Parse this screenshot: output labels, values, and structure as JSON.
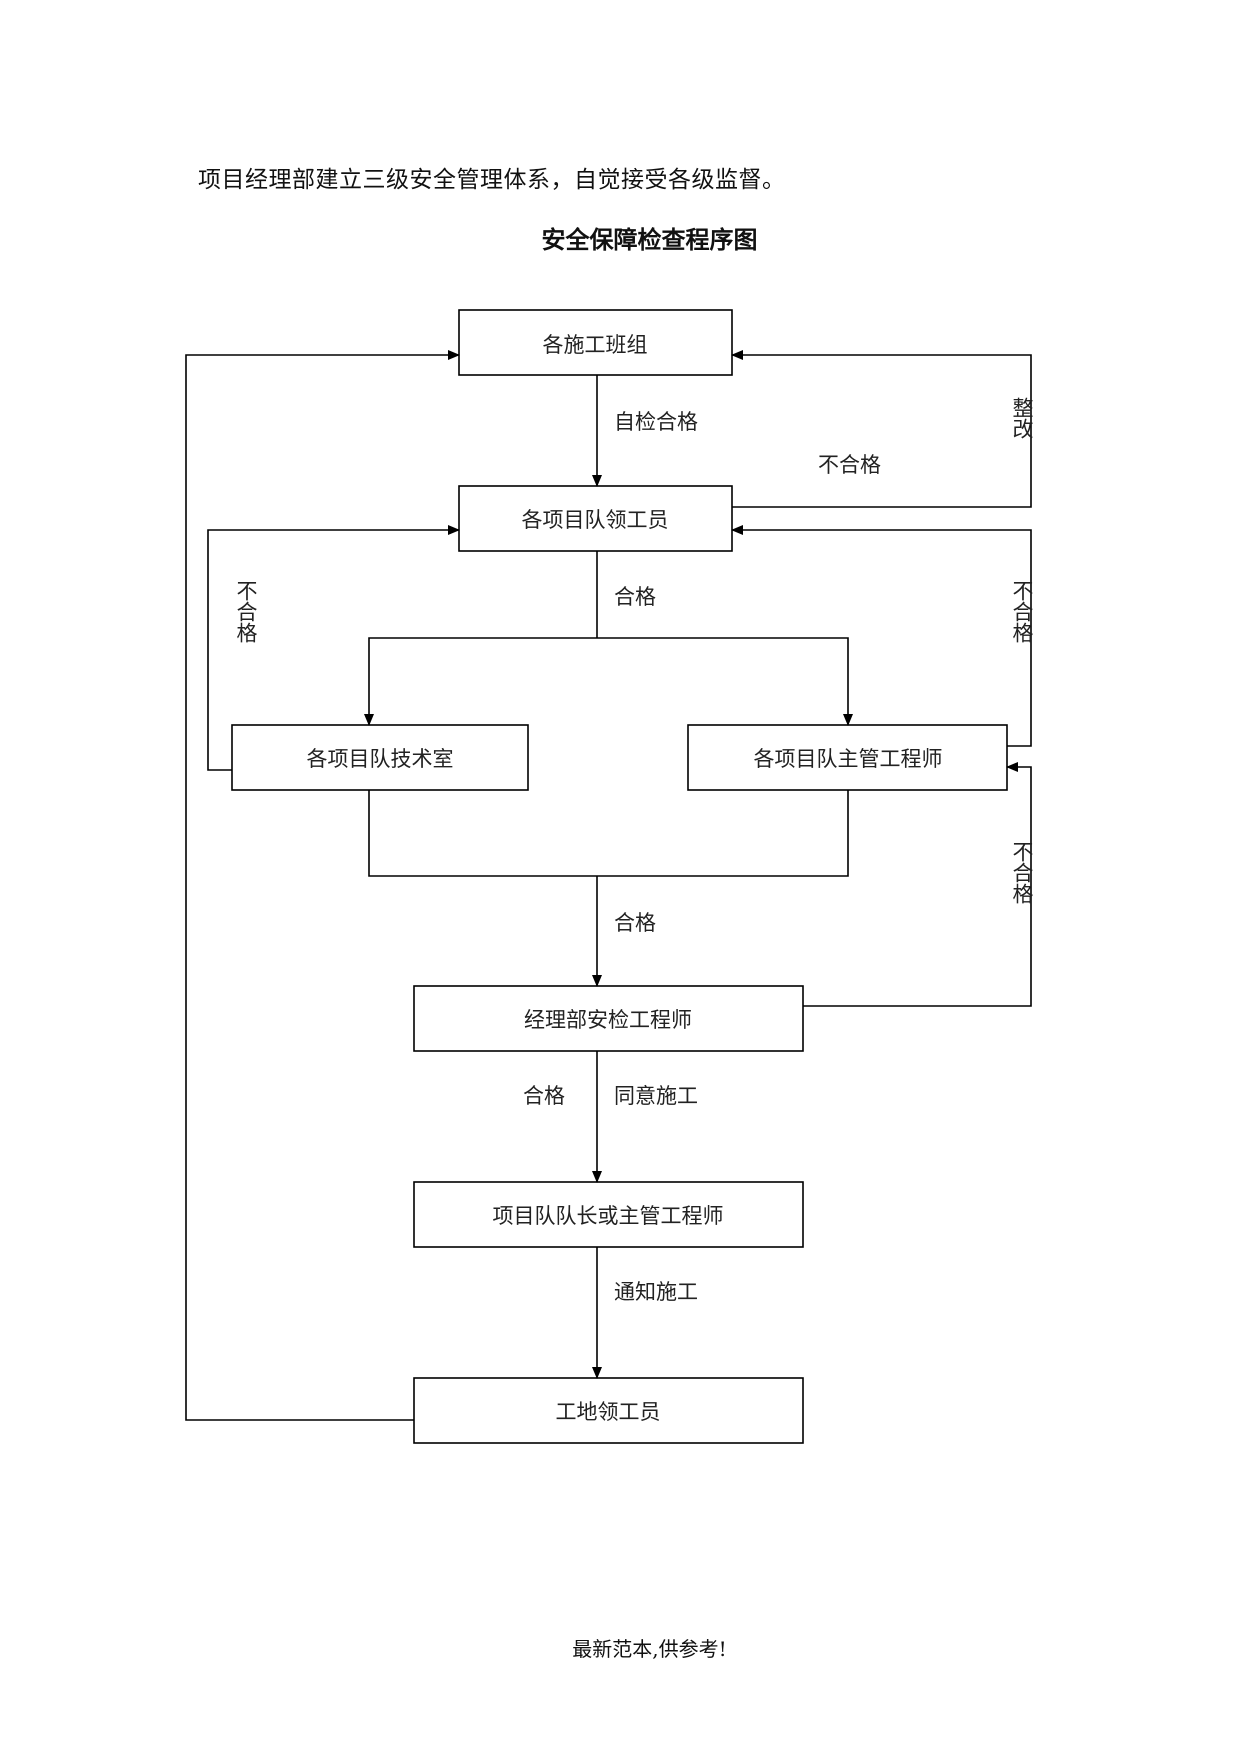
{
  "intro_text": "项目经理部建立三级安全管理体系，自觉接受各级监督。",
  "diagram_title": "安全保障检查程序图",
  "footer_text": "最新范本,供参考!",
  "nodes": {
    "teams": "各施工班组",
    "foreman": "各项目队领工员",
    "tech_office": "各项目队技术室",
    "chief_engineer": "各项目队主管工程师",
    "safety_engineer": "经理部安检工程师",
    "captain": "项目队队长或主管工程师",
    "site_foreman": "工地领工员"
  },
  "edge_labels": {
    "self_check_pass": "自检合格",
    "fail_1": "不合格",
    "rectify": "整改",
    "pass_1": "合格",
    "fail_left": "不合格",
    "fail_right_top": "不合格",
    "fail_right_bottom": "不合格",
    "pass_2": "合格",
    "pass_3": "合格",
    "agree_construction": "同意施工",
    "notify_construction": "通知施工"
  }
}
